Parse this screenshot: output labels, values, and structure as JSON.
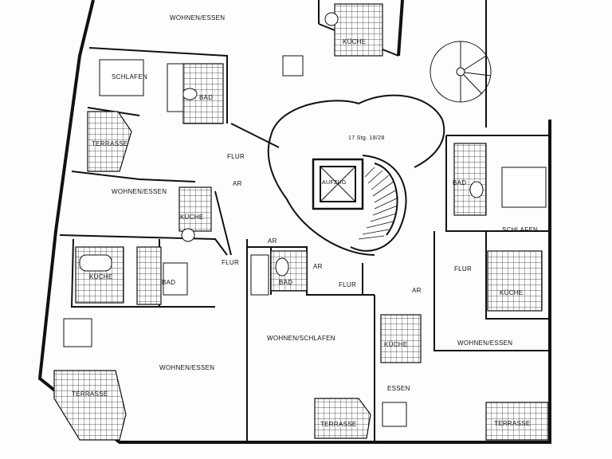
{
  "rooms": {
    "wohnen_essen_top": "WOHNEN/ESSEN",
    "kueche_top": "KÜCHE",
    "schlafen_left": "SCHLAFEN",
    "bad_left": "BAD",
    "terrasse_left": "TERRASSE",
    "flur_upper": "FLUR",
    "ar_upper": "AR",
    "wohnen_essen_mid": "WOHNEN/ESSEN",
    "kueche_mid": "KÜCHE",
    "kueche_lower_left": "KÜCHE",
    "bad_lower_left": "BAD",
    "flur_lower_left": "FLUR",
    "wohnen_essen_bottom_left": "WOHNEN/ESSEN",
    "terrasse_bottom_left": "TERRASSE",
    "ar_center": "AR",
    "bad_center": "BAD",
    "ar_center_right": "AR",
    "flur_center": "FLUR",
    "wohnen_schlafen": "WOHNEN/SCHLAFEN",
    "terrasse_bottom_center": "TERRASSE",
    "ar_lower": "AR",
    "kueche_lower": "KÜCHE",
    "essen": "ESSEN",
    "flur_right": "FLUR",
    "bad_right": "BAD",
    "schlafen_right": "SCHLAFEN",
    "kueche_right": "KÜCHE",
    "wohnen_essen_right": "WOHNEN/ESSEN",
    "terrasse_bottom_right": "TERRASSE",
    "aufzug": "AUFZUG",
    "stair_note": "17 Stg. 18/28"
  }
}
